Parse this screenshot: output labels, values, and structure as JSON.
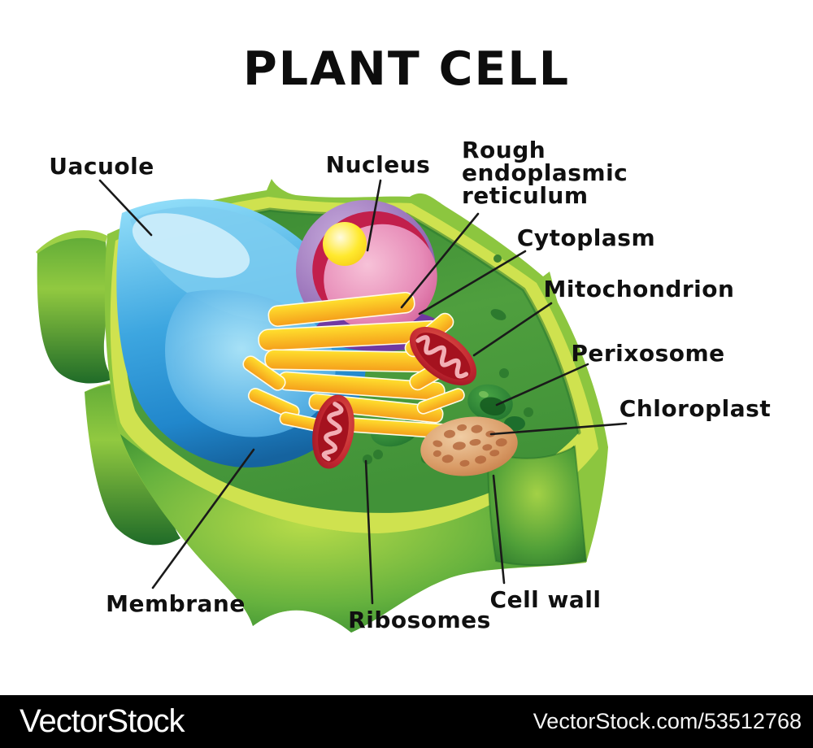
{
  "title": "PLANT CELL",
  "labels": {
    "vacuole": "Uacuole",
    "nucleus": "Nucleus",
    "rough_er": [
      "Rough",
      "endoplasmic",
      "reticulum"
    ],
    "cytoplasm": "Cytoplasm",
    "mitochondrion": "Mitochondrion",
    "peroxisome": "Perixosome",
    "chloroplast": "Chloroplast",
    "membrane": "Membrane",
    "ribosomes": "Ribosomes",
    "cell_wall": "Cell wall"
  },
  "watermark": {
    "brand": "VectorStock",
    "image_credit": "VectorStock.com/53512768"
  },
  "colors": {
    "cell_wall_light": "#8cc63f",
    "membrane_lining": "#cfe24f",
    "cytoplasm_green": "#439238",
    "vacuole_blue": "#2ba9e1",
    "nucleus_purple": "#9b74ba",
    "nucleus_inner_pink": "#e07ab0",
    "nucleolus_yellow": "#ffe92e",
    "er_golgi_yellow": "#ffd11a",
    "mitochondria_red": "#c22731",
    "amyloplast_brown": "#d99b66",
    "label_text": "#101010",
    "footer_bg": "#000000"
  }
}
